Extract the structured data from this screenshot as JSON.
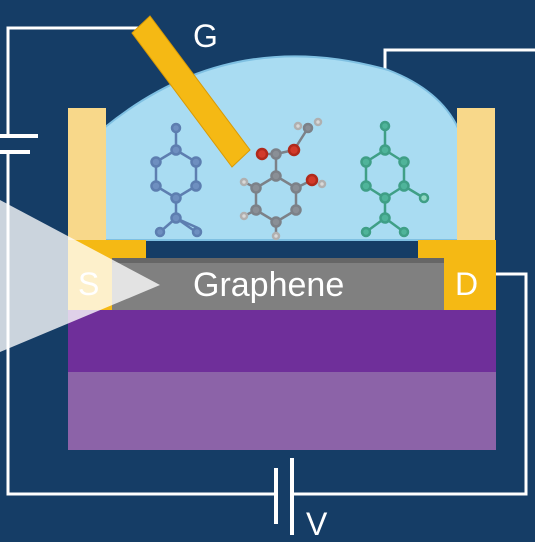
{
  "labels": {
    "gate": "G",
    "source": "S",
    "drain": "D",
    "channel": "Graphene",
    "voltage": "V"
  },
  "colors": {
    "background": "#153d66",
    "wire": "#ffffff",
    "dome": "#a9dcf2",
    "electrode": "#f8d88a",
    "contact": "#f5b914",
    "graphene": "#808080",
    "dielectric": "#6f2f9a",
    "substrate": "#8c63a8",
    "molecule_blue": "#6e8fc0",
    "molecule_grey": "#8a8f96",
    "molecule_red": "#d23a2a",
    "molecule_green": "#4fb49a"
  }
}
